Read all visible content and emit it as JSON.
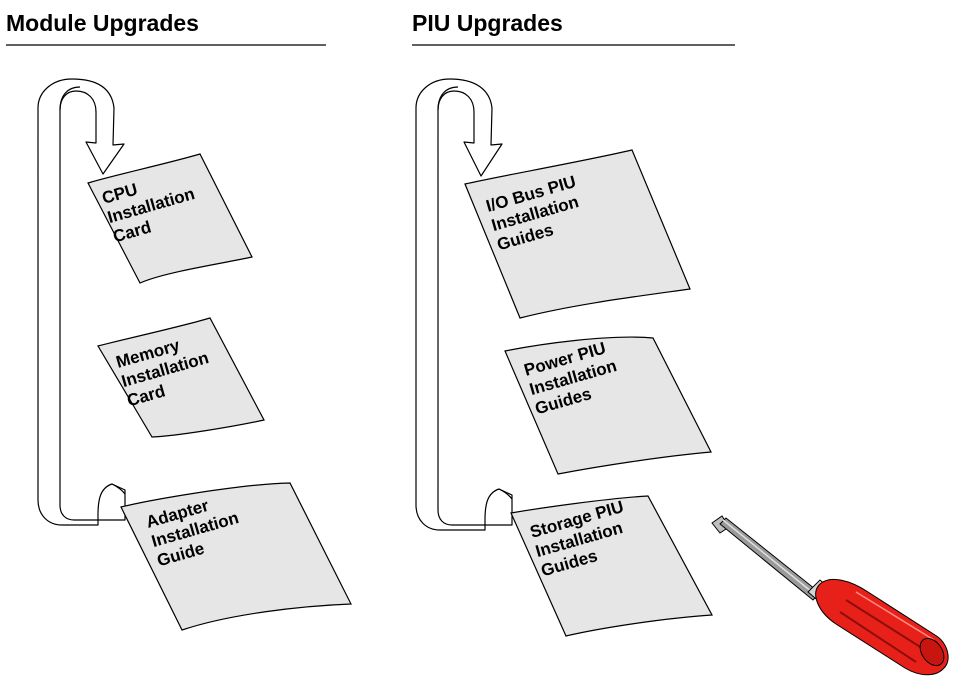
{
  "sections": [
    {
      "title": "Module Upgrades",
      "cards": [
        {
          "lines": [
            "CPU",
            "Installation",
            "Card"
          ]
        },
        {
          "lines": [
            "Memory",
            "Installation",
            "Card"
          ]
        },
        {
          "lines": [
            "Adapter",
            "Installation",
            "Guide"
          ]
        }
      ]
    },
    {
      "title": "PIU Upgrades",
      "cards": [
        {
          "lines": [
            "I/O Bus PIU",
            "Installation",
            "Guides"
          ]
        },
        {
          "lines": [
            "Power PIU",
            "Installation",
            "Guides"
          ]
        },
        {
          "lines": [
            "Storage PIU",
            "Installation",
            "Guides"
          ]
        }
      ]
    }
  ],
  "colors": {
    "card_fill": "#e6e6e6",
    "outline": "#000000",
    "screwdriver_handle": "#e8201a",
    "screwdriver_shaft": "#9a9a9a"
  },
  "icons": {
    "loop_arrow": "loop-arrow-icon",
    "screwdriver": "screwdriver-icon"
  }
}
